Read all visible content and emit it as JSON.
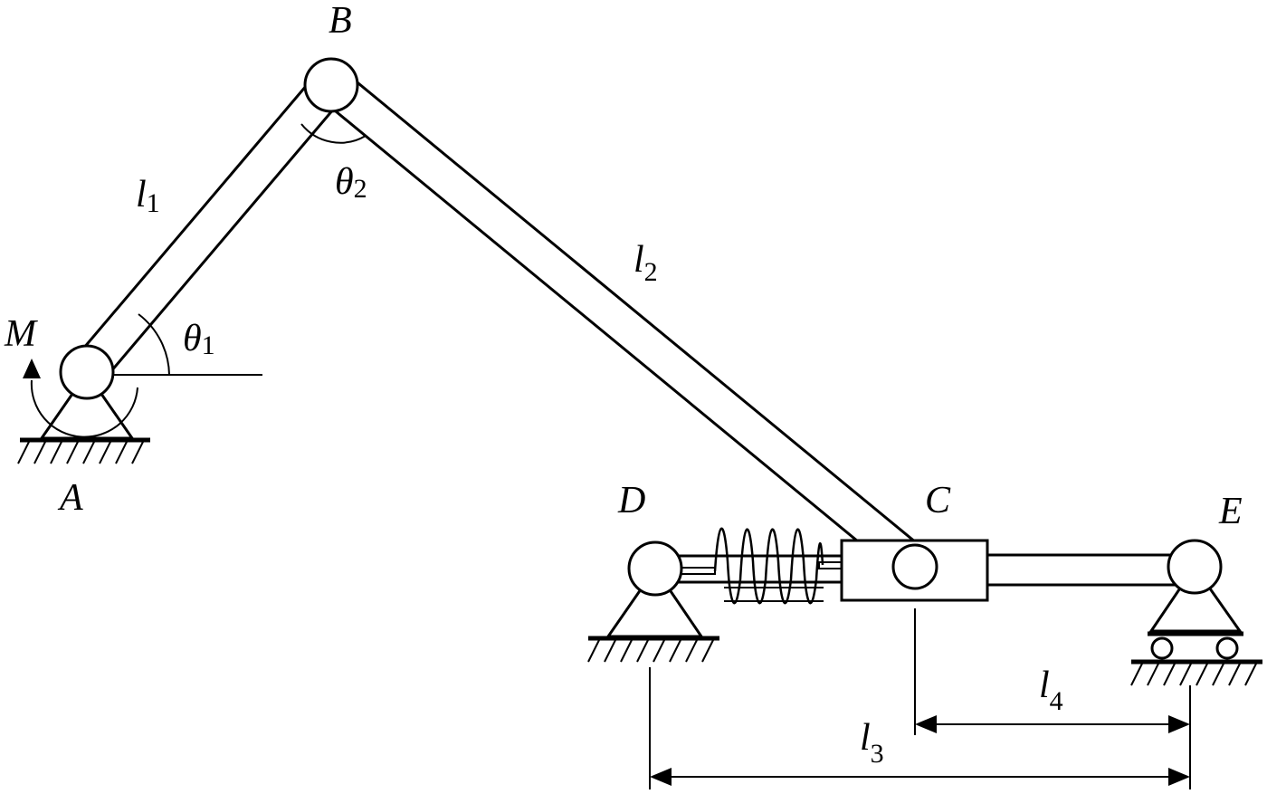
{
  "points": {
    "A": "A",
    "B": "B",
    "C": "C",
    "D": "D",
    "E": "E"
  },
  "moment": "M",
  "angles": {
    "theta1": {
      "symbol": "θ",
      "sub": "1"
    },
    "theta2": {
      "symbol": "θ",
      "sub": "2"
    }
  },
  "lengths": {
    "l1": {
      "symbol": "l",
      "sub": "1"
    },
    "l2": {
      "symbol": "l",
      "sub": "2"
    },
    "l3": {
      "symbol": "l",
      "sub": "3"
    },
    "l4": {
      "symbol": "l",
      "sub": "4"
    }
  },
  "colors": {
    "ink": "#000000",
    "paper": "#ffffff"
  }
}
